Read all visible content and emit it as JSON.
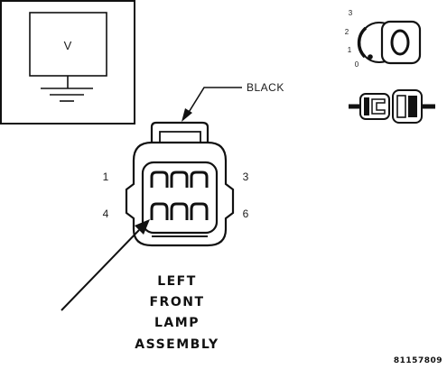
{
  "meter": {
    "symbol": "V"
  },
  "ignition": {
    "positions": [
      "3",
      "2",
      "1",
      "0"
    ]
  },
  "connector": {
    "wire_color_label": "BLACK",
    "pin_labels": {
      "top_left": "1",
      "top_right": "3",
      "bottom_left": "4",
      "bottom_right": "6"
    },
    "title_lines": [
      "LEFT",
      "FRONT",
      "LAMP",
      "ASSEMBLY"
    ]
  },
  "figure_id": "81157809",
  "colors": {
    "ink": "#111111",
    "paper": "#ffffff"
  }
}
